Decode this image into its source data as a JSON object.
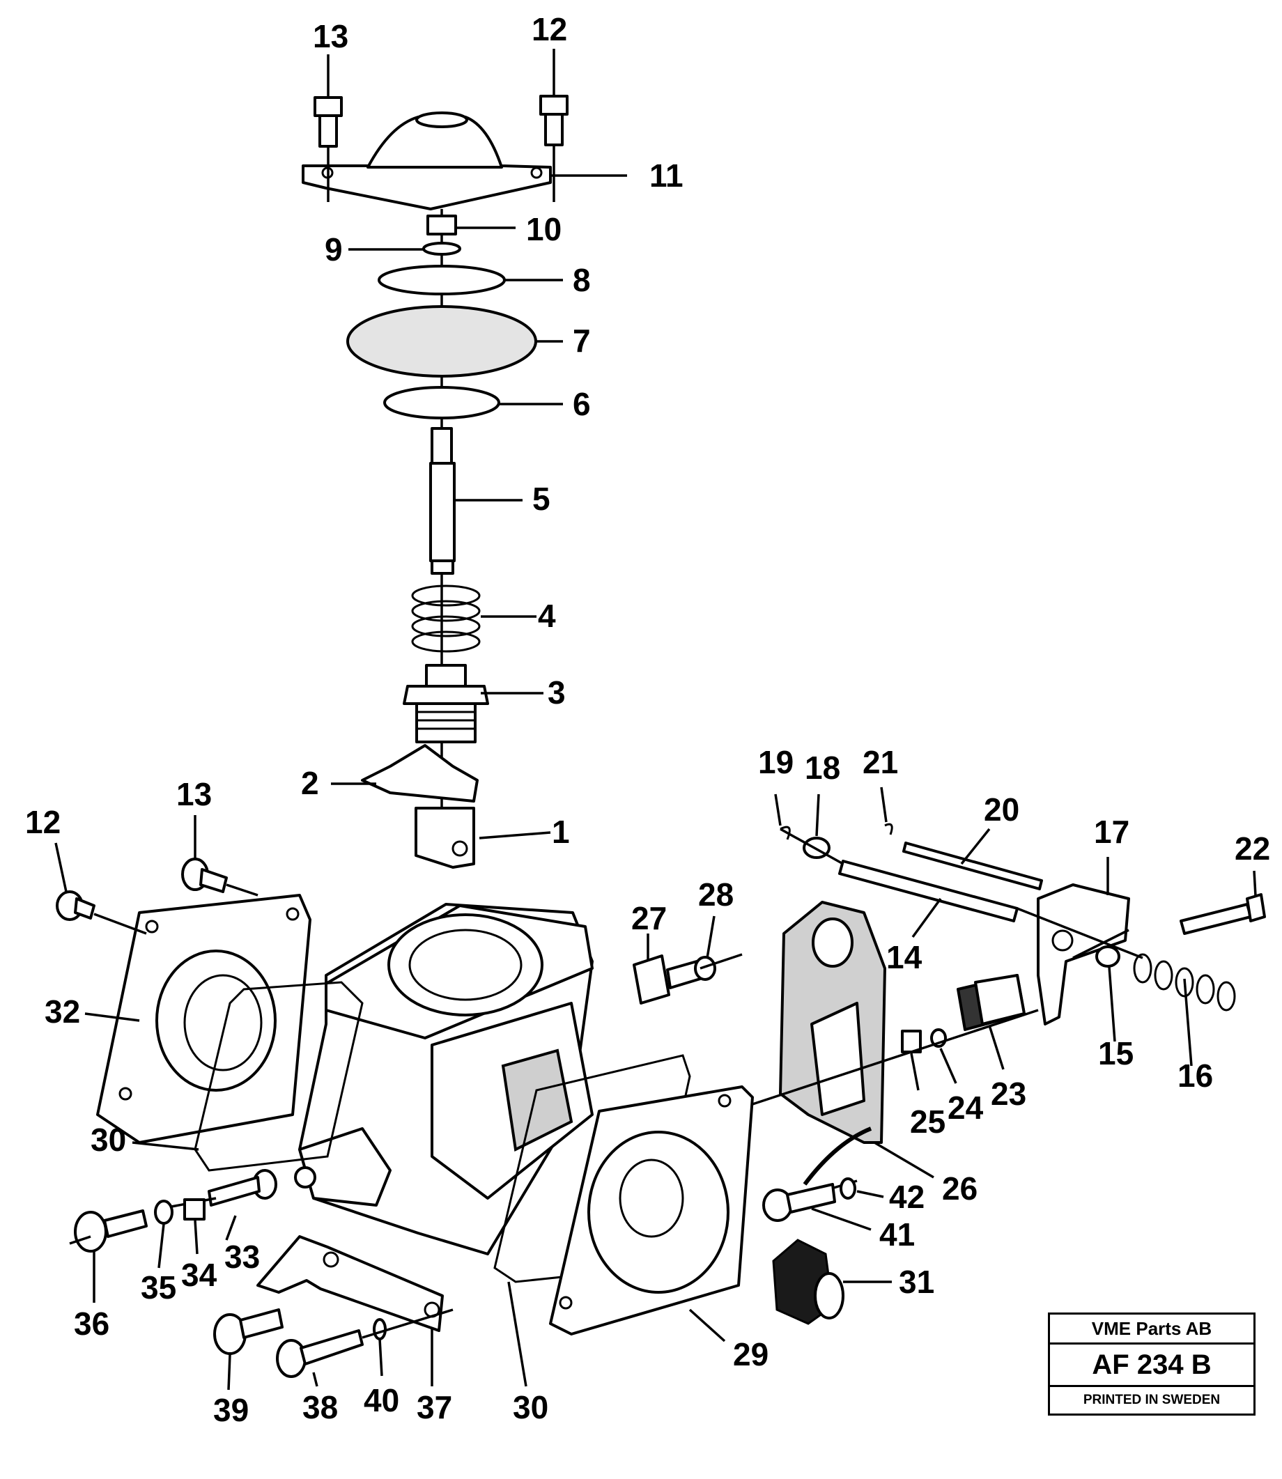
{
  "diagram": {
    "labels": [
      "1",
      "2",
      "3",
      "4",
      "5",
      "6",
      "7",
      "8",
      "9",
      "10",
      "11",
      "12",
      "13",
      "12",
      "13",
      "14",
      "15",
      "16",
      "17",
      "18",
      "19",
      "20",
      "21",
      "22",
      "23",
      "24",
      "25",
      "26",
      "27",
      "28",
      "29",
      "30",
      "30",
      "31",
      "32",
      "33",
      "34",
      "35",
      "36",
      "37",
      "38",
      "39",
      "40",
      "41",
      "42"
    ]
  },
  "title_block": {
    "company": "VME Parts AB",
    "code": "AF 234 B",
    "printed": "PRINTED IN SWEDEN"
  }
}
